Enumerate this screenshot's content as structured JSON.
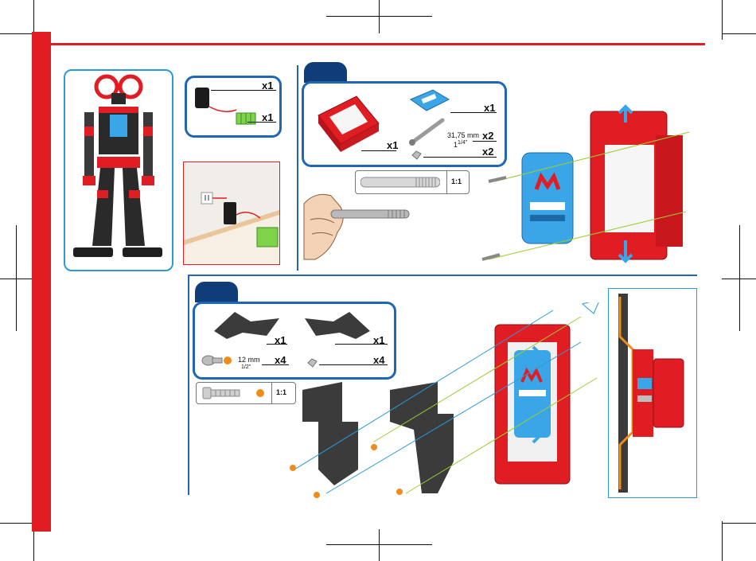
{
  "colors": {
    "brand_red": "#e11d24",
    "blue_frame": "#1f66b5",
    "light_blue": "#2a9bd8",
    "dark_tab": "#103d78",
    "part_grey": "#3b3b3b",
    "brain_blue": "#3aa6e8"
  },
  "robot_card": {
    "image": "meccanoid-robot-illustration"
  },
  "charger_box": {
    "top_qty": "x1",
    "bottom_qty": "x1"
  },
  "wall_panel": {
    "image": "wall-outlet-charger-illustration"
  },
  "step1": {
    "parts": {
      "red_housing_qty": "x1",
      "brain_qty": "x1",
      "axle_qty": "x2",
      "axle_length_mm": "31,75 mm",
      "axle_length_in": "1",
      "axle_length_in_sup": "1/4\"",
      "nut_qty": "x2"
    },
    "scale": {
      "label": "1:1"
    }
  },
  "step2": {
    "parts": {
      "plate_left_qty": "x1",
      "plate_right_qty": "x1",
      "screw_qty": "x4",
      "screw_length_mm": "12 mm",
      "screw_length_in": "1/2\"",
      "nut_qty": "x4"
    },
    "scale": {
      "label": "1:1"
    }
  }
}
